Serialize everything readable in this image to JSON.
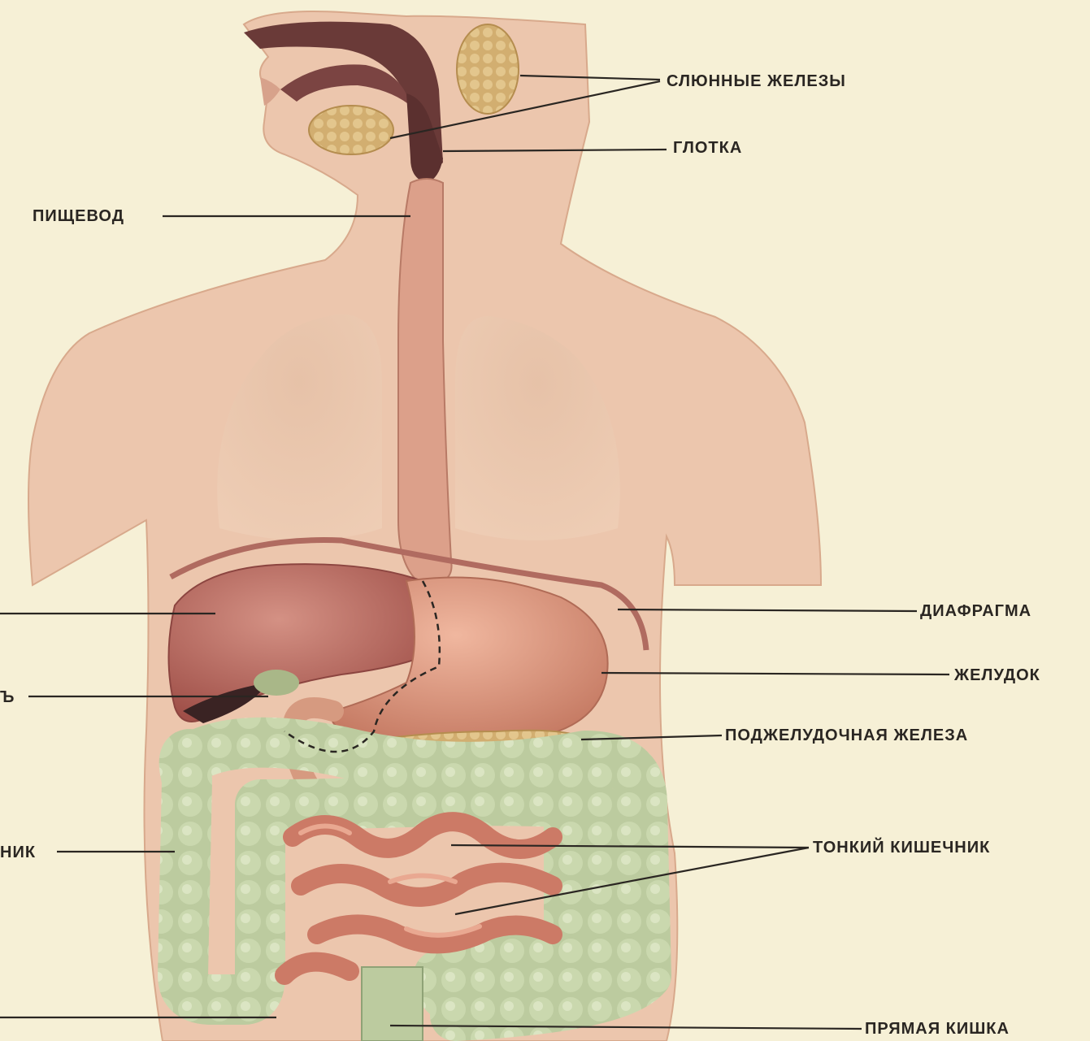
{
  "labels": {
    "salivary_glands": "СЛЮННЫЕ ЖЕЛЕЗЫ",
    "pharynx": "ГЛОТКА",
    "esophagus": "ПИЩЕВОД",
    "diaphragm": "ДИАФРАГМА",
    "stomach": "ЖЕЛУДОК",
    "pancreas": "ПОДЖЕЛУДОЧНАЯ ЖЕЛЕЗА",
    "small_intestine": "ТОНКИЙ КИШЕЧНИК",
    "rectum": "ПРЯМАЯ КИШКА",
    "partial_left_gallbladder": "Ъ",
    "partial_left_large_intestine": "НИК"
  },
  "colors": {
    "background": "#f6f0d6",
    "skin": "#ecc6ad",
    "liver": "#b9645a",
    "stomach": "#d38a74",
    "colon": "#b8c99e",
    "small_intestine": "#cc7a66",
    "pancreas": "#e3be6a",
    "salivary": "#d9b77a",
    "mouth_cavity": "#6a3a38",
    "label_text": "#2a2622"
  }
}
